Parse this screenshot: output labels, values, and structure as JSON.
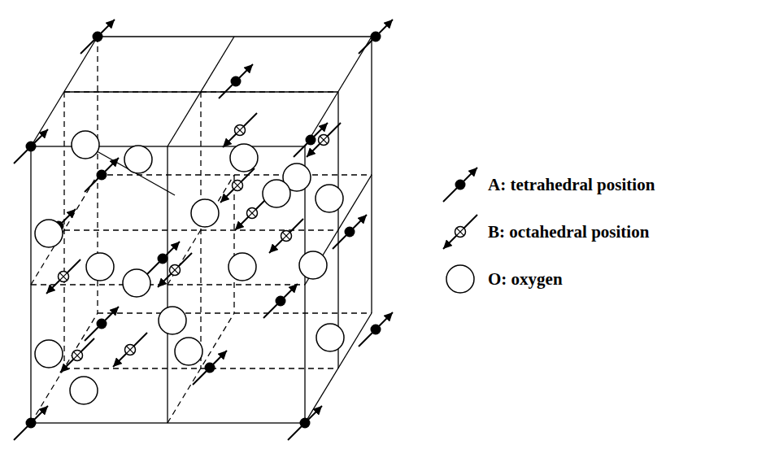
{
  "diagram": {
    "legend": [
      {
        "text": "A: tetrahedral position"
      },
      {
        "text": "B: octahedral position"
      },
      {
        "text": "O: oxygen"
      }
    ]
  }
}
